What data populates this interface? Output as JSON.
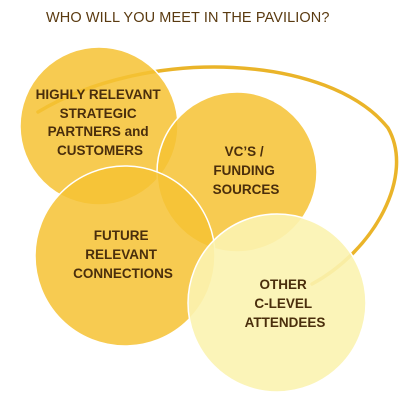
{
  "title": "WHO WILL YOU MEET IN THE PAVILION?",
  "colors": {
    "title": "#5a3a10",
    "circle_fill": "#f6c234",
    "circle_stroke": "#ffffff",
    "pale_circle_fill": "#fbf3b0",
    "arc_stroke": "#eab429",
    "label_text": "#4a2e0c"
  },
  "circles": [
    {
      "id": "partners",
      "lines": [
        "HIGHLY RELEVANT",
        "STRATEGIC",
        "PARTNERS and",
        "CUSTOMERS"
      ]
    },
    {
      "id": "vcs",
      "lines": [
        "VC’S /",
        "FUNDING",
        "SOURCES"
      ]
    },
    {
      "id": "future",
      "lines": [
        "FUTURE",
        "RELEVANT",
        "CONNECTIONS"
      ]
    },
    {
      "id": "other",
      "lines": [
        "OTHER",
        "C-LEVEL",
        "ATTENDEES"
      ]
    }
  ]
}
